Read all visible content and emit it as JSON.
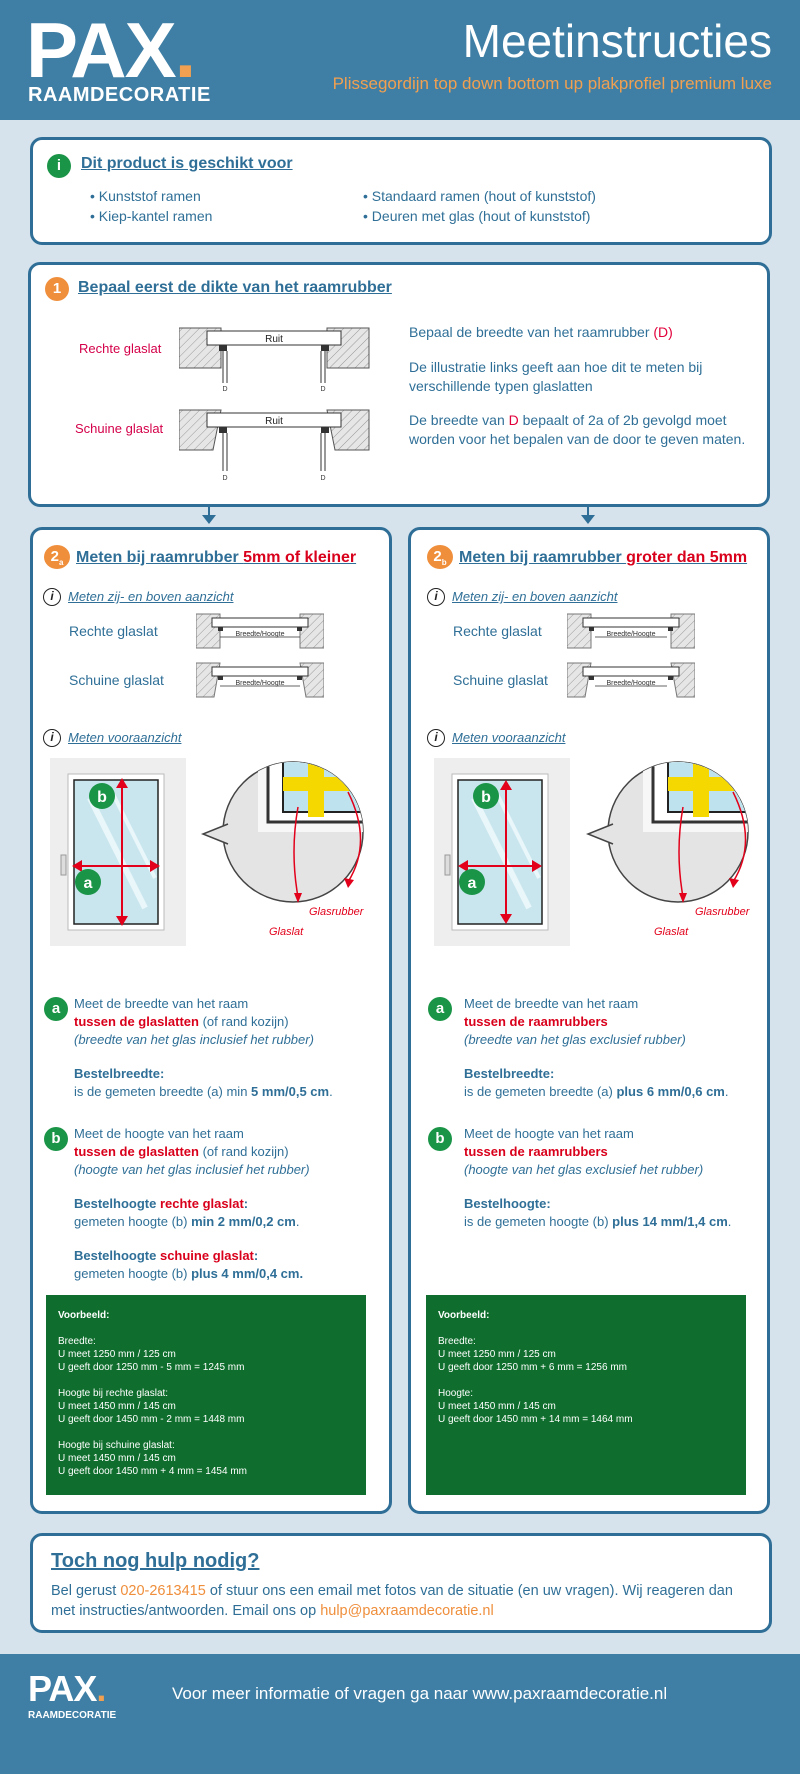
{
  "header": {
    "logo": "PAX",
    "logo_sub": "RAAMDECORATIE",
    "title": "Meetinstructies",
    "subtitle": "Plissegordijn top down bottom up plakprofiel premium luxe"
  },
  "suitable": {
    "icon": "i",
    "title": "Dit product is geschikt voor",
    "items": [
      "• Kunststof ramen",
      "• Kiep-kantel ramen",
      "• Standaard ramen (hout of kunststof)",
      "• Deuren met glas (hout of kunststof)"
    ]
  },
  "step1": {
    "number": "1",
    "title": "Bepaal eerst de dikte van het raamrubber",
    "label_straight": "Rechte glaslat",
    "label_slanted": "Schuine glaslat",
    "pane": "Ruit",
    "dim": "D",
    "p1_a": "Bepaal de breedte van het raamrubber ",
    "p1_b": "(D)",
    "p2": "De illustratie links geeft aan hoe dit te meten bij verschillende typen glaslatten",
    "p3_a": "De breedte van ",
    "p3_b": "D",
    "p3_c": " bepaalt of 2a of 2b gevolgd moet worden voor het bepalen van de door te geven maten."
  },
  "col_a": {
    "num": "2",
    "sub": "a",
    "title_a": "Meten bij raamrubber ",
    "title_b": "5mm of kleiner",
    "side_link": "Meten zij- en boven aanzicht",
    "label_straight": "Rechte glaslat",
    "label_slanted": "Schuine glaslat",
    "bh": "Breedte/Hoogte",
    "front_link": "Meten vooraanzicht",
    "glasrubber": "Glasrubber",
    "glaslat": "Glaslat",
    "a1": "Meet de breedte van het raam",
    "a2": "tussen de glaslatten",
    "a2b": " (of rand kozijn)",
    "a3": "(breedte van het glas inclusief het rubber)",
    "a4": "Bestelbreedte:",
    "a5a": "is de gemeten breedte (a) min ",
    "a5b": "5 mm/0,5 cm",
    "a5c": ".",
    "b1": "Meet de hoogte van het raam",
    "b2": "tussen de glaslatten",
    "b2b": " (of rand kozijn)",
    "b3": "(hoogte van het glas inclusief het rubber)",
    "b4a": "Bestelhoogte ",
    "b4b": "rechte glaslat",
    "b4c": ":",
    "b5a": "gemeten hoogte (b) ",
    "b5b": "min 2 mm/0,2 cm",
    "b5c": ".",
    "b6a": "Bestelhoogte ",
    "b6b": "schuine glaslat",
    "b6c": ":",
    "b7a": "gemeten hoogte (b) ",
    "b7b": "plus 4 mm/0,4 cm.",
    "example": [
      "Voorbeeld:",
      "",
      "Breedte:",
      "U meet 1250 mm / 125 cm",
      "U geeft door 1250 mm - 5 mm = 1245 mm",
      "",
      "Hoogte bij rechte glaslat:",
      "U meet 1450 mm / 145 cm",
      "U geeft door 1450 mm - 2 mm = 1448 mm",
      "",
      "Hoogte bij schuine glaslat:",
      "U meet 1450 mm / 145 cm",
      "U geeft door 1450 mm + 4 mm = 1454 mm"
    ]
  },
  "col_b": {
    "num": "2",
    "sub": "b",
    "title_a": "Meten bij raamrubber ",
    "title_b": "groter dan 5mm",
    "side_link": "Meten zij- en boven aanzicht",
    "label_straight": "Rechte glaslat",
    "label_slanted": "Schuine glaslat",
    "bh": "Breedte/Hoogte",
    "front_link": "Meten vooraanzicht",
    "glasrubber": "Glasrubber",
    "glaslat": "Glaslat",
    "a1": "Meet de breedte van het raam",
    "a2": "tussen de raamrubbers",
    "a3": "(breedte van het glas exclusief rubber)",
    "a4": "Bestelbreedte:",
    "a5a": "is de gemeten breedte (a) ",
    "a5b": "plus 6 mm/0,6 cm",
    "a5c": ".",
    "b1": "Meet de hoogte van het raam",
    "b2": "tussen de raamrubbers",
    "b3": "(hoogte van het glas exclusief het rubber)",
    "b4": "Bestelhoogte:",
    "b5a": "is de gemeten hoogte (b) ",
    "b5b": "plus 14 mm/1,4 cm",
    "b5c": ".",
    "example": [
      "Voorbeeld:",
      "",
      "Breedte:",
      "U meet 1250 mm / 125 cm",
      "U geeft door 1250 mm + 6 mm = 1256 mm",
      "",
      "Hoogte:",
      "U meet 1450 mm / 145 cm",
      "U geeft door 1450 mm + 14 mm = 1464 mm"
    ]
  },
  "help": {
    "title": "Toch nog hulp nodig?",
    "t1": "Bel gerust ",
    "phone": "020-2613415",
    "t2": " of stuur ons een email met fotos van de situatie (en uw vragen). Wij reageren dan met instructies/antwoorden. Email ons op ",
    "email": "hulp@paxraamdecoratie.nl"
  },
  "footer": {
    "logo": "PAX",
    "logo_sub": "RAAMDECORATIE",
    "text": "Voor meer informatie of vragen ga naar www.paxraamdecoratie.nl"
  },
  "colors": {
    "brand_blue": "#3f7fa5",
    "accent_orange": "#ef8e3b",
    "green": "#1a9447",
    "red": "#d9001b"
  }
}
